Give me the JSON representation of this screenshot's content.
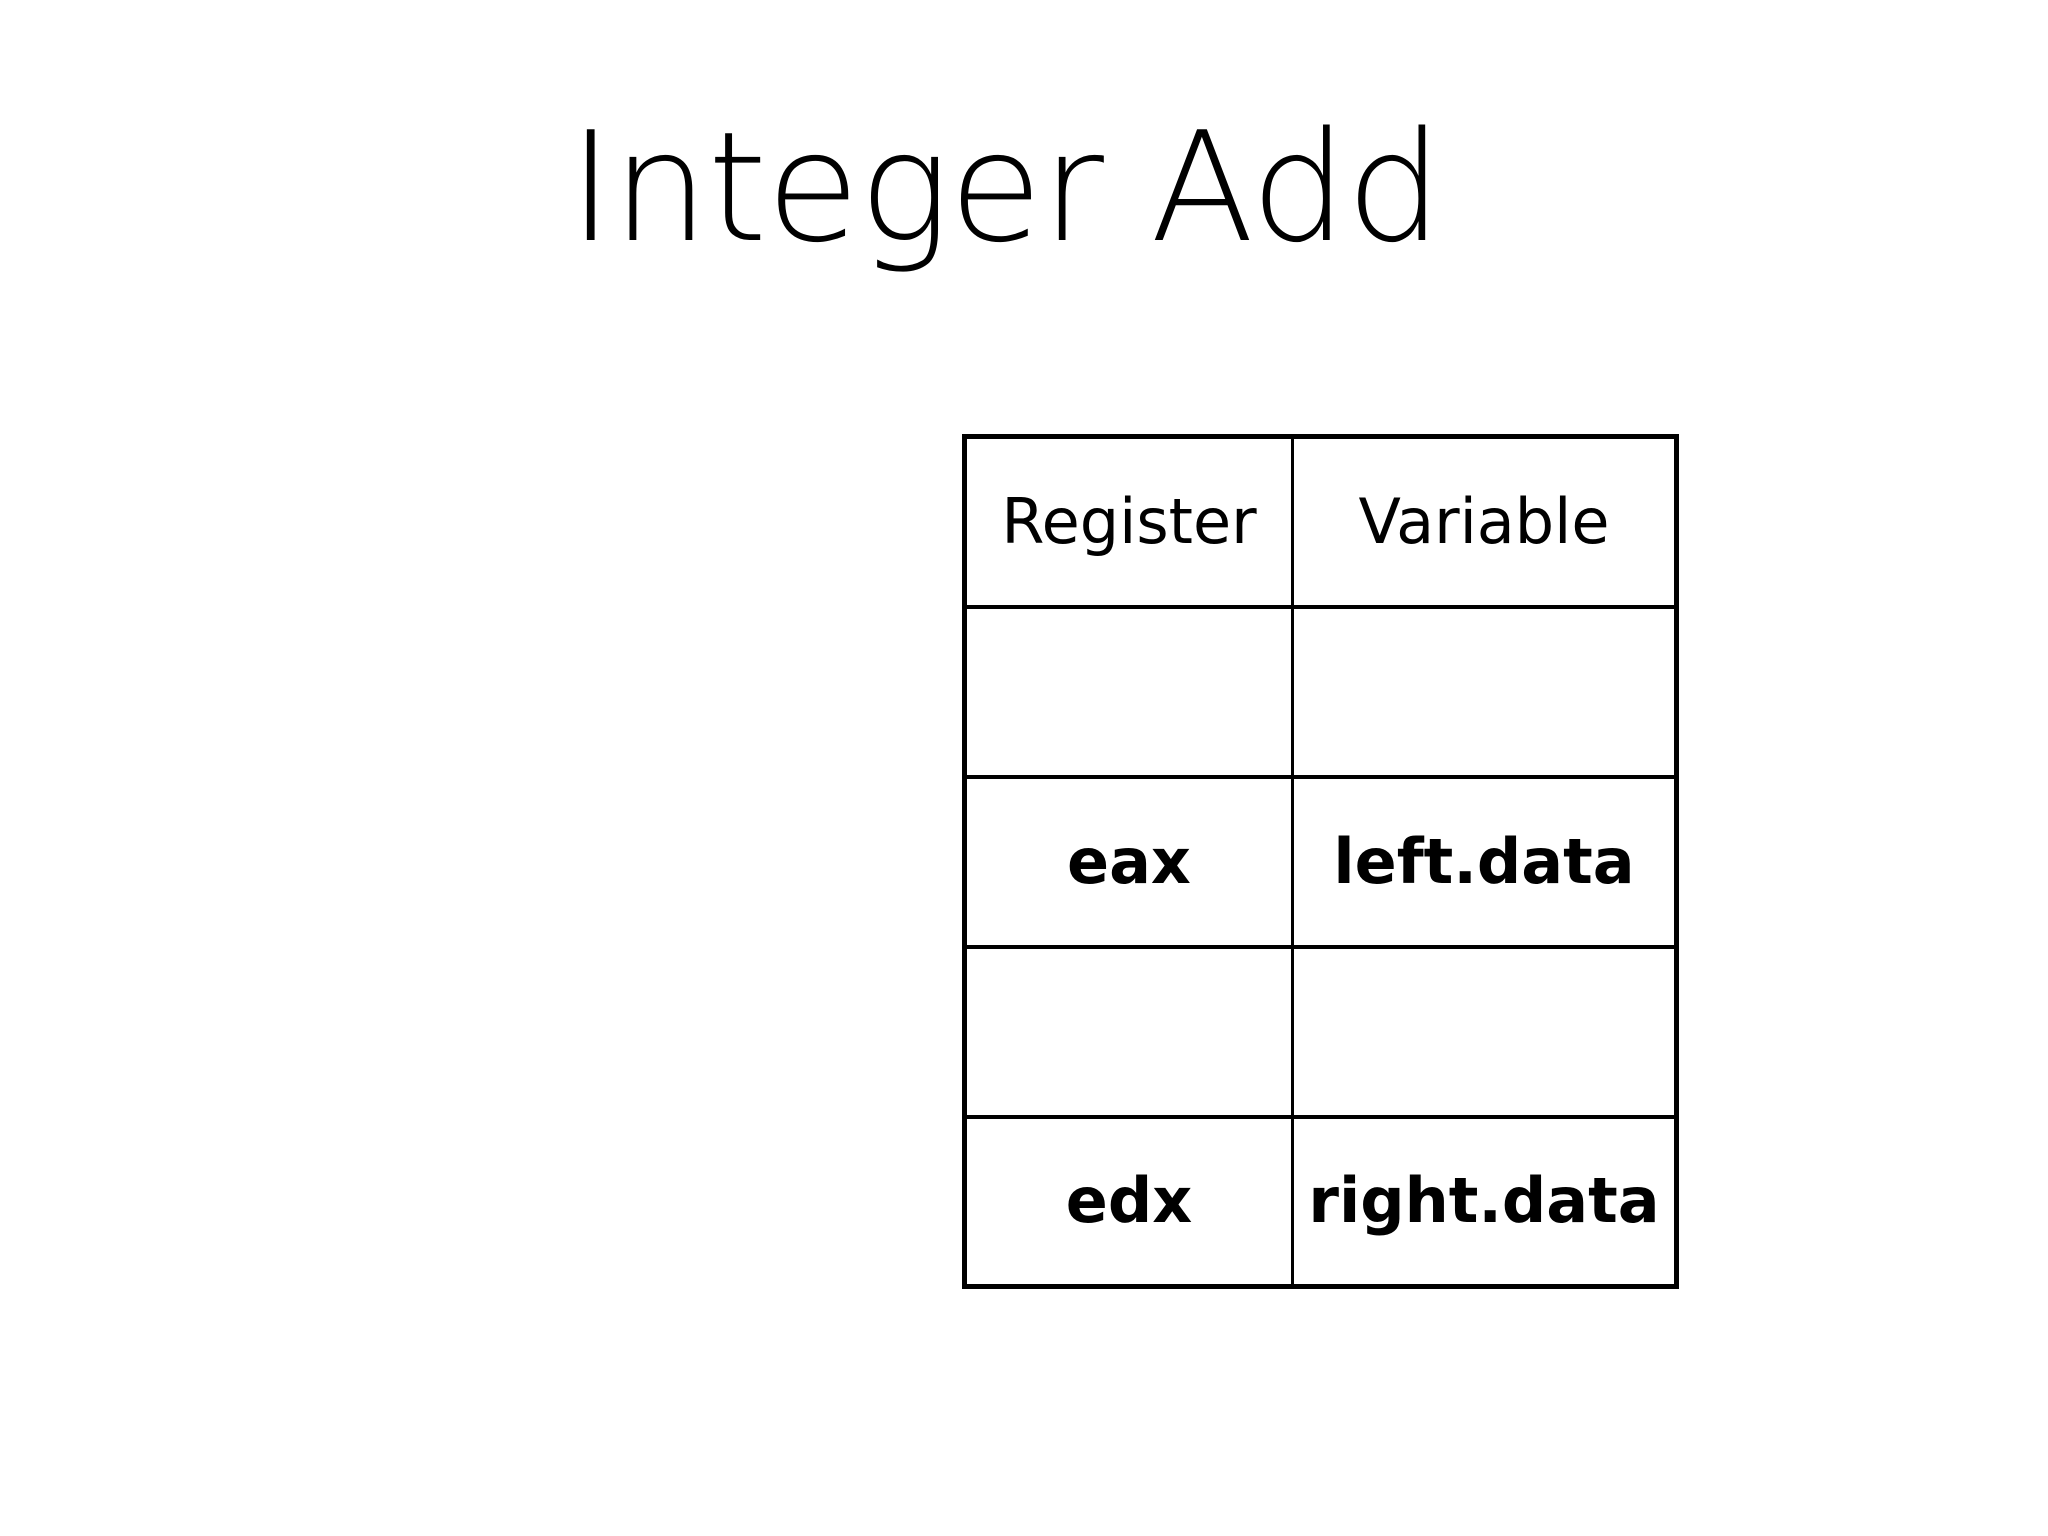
{
  "slide": {
    "title": "Integer Add",
    "background_color": "#ffffff",
    "text_color": "#000000"
  },
  "table": {
    "name": "register-variable-mapping",
    "border_color": "#000000",
    "columns": [
      {
        "key": "register",
        "header": "Register"
      },
      {
        "key": "variable",
        "header": "Variable"
      }
    ],
    "rows": [
      {
        "type": "header",
        "register": "Register",
        "variable": "Variable"
      },
      {
        "type": "empty",
        "register": "",
        "variable": ""
      },
      {
        "type": "data",
        "register": "eax",
        "variable": "left.data"
      },
      {
        "type": "empty",
        "register": "",
        "variable": ""
      },
      {
        "type": "data",
        "register": "edx",
        "variable": "right.data"
      }
    ]
  }
}
